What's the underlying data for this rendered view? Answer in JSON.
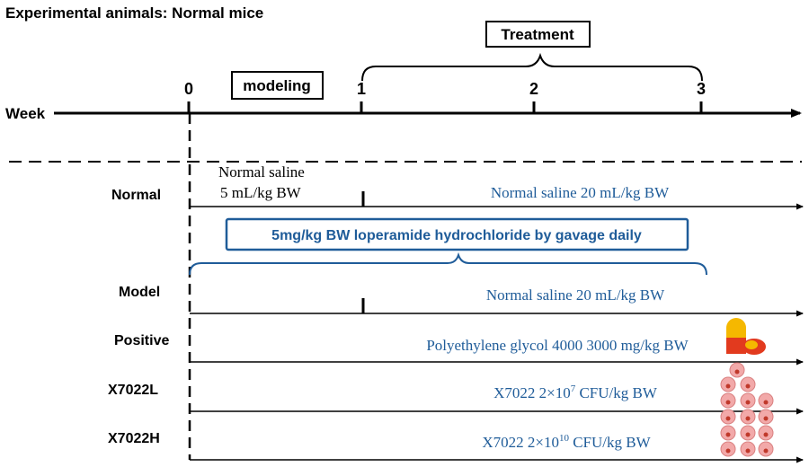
{
  "title": "Experimental animals: Normal mice",
  "timeline": {
    "axis_label": "Week",
    "ticks": [
      "0",
      "1",
      "2",
      "3"
    ],
    "modeling_label": "modeling",
    "treatment_label": "Treatment"
  },
  "normal_group": {
    "label": "Normal",
    "modeling_text_line1": "Normal saline",
    "modeling_text_line2": "5 mL/kg BW",
    "treatment_text": "Normal saline 20 mL/kg BW"
  },
  "loperamide_box": "5mg/kg BW loperamide hydrochloride by gavage daily",
  "groups": [
    {
      "label": "Model",
      "treatment": "Normal saline 20 mL/kg BW"
    },
    {
      "label": "Positive",
      "treatment": "Polyethylene glycol 4000 3000 mg/kg BW"
    },
    {
      "label": "X7022L",
      "treatment_prefix": "X7022 2×10",
      "treatment_exp": "7",
      "treatment_suffix": " CFU/kg BW"
    },
    {
      "label": "X7022H",
      "treatment_prefix": "X7022 2×10",
      "treatment_exp": "10",
      "treatment_suffix": " CFU/kg BW"
    }
  ],
  "colors": {
    "treatment_text": "#1f5c99",
    "box_border": "#1f5c99",
    "capsule_yellow": "#f5b800",
    "capsule_red": "#e23a1e",
    "bacteria_pink": "#f2a9a9"
  },
  "icons": [
    "capsule-icon",
    "bacteria-cluster-icon"
  ]
}
